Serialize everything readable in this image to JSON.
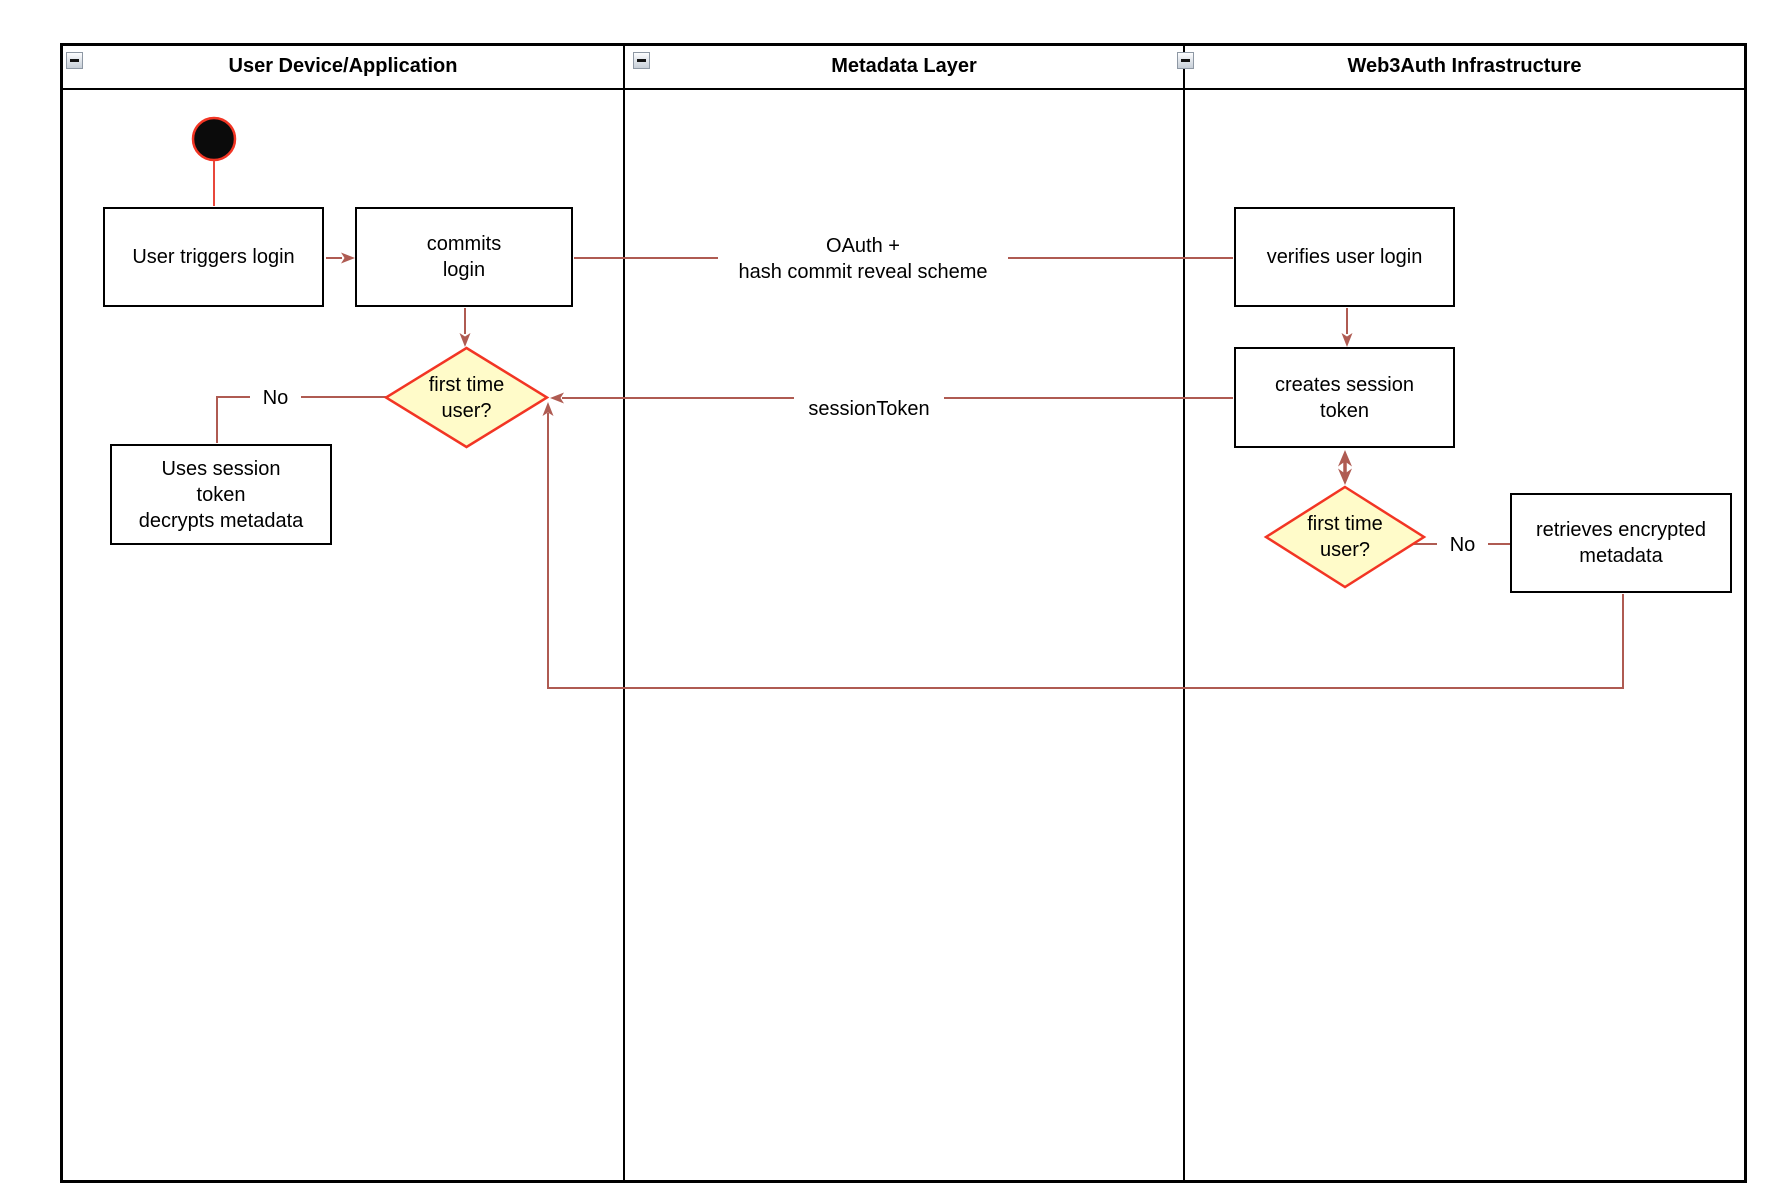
{
  "diagram": {
    "lanes": [
      {
        "title": "User Device/Application"
      },
      {
        "title": "Metadata Layer"
      },
      {
        "title": "Web3Auth Infrastructure"
      }
    ],
    "nodes": {
      "user_triggers_login": "User triggers login",
      "commits_login": "commits\nlogin",
      "decision_first_time_user_1": "first time\nuser?",
      "uses_session_token": "Uses session\ntoken\ndecrypts metadata",
      "verifies_user_login": "verifies user login",
      "creates_session_token": "creates session\ntoken",
      "decision_first_time_user_2": "first time\nuser?",
      "retrieves_encrypted_metadata": "retrieves encrypted\nmetadata"
    },
    "edge_labels": {
      "oauth": "OAuth +\nhash commit reveal scheme",
      "session_token": "sessionToken",
      "no_first": "No",
      "no_second": "No"
    },
    "colors": {
      "connector": "#AF5B52",
      "shape_stroke": "#F23524",
      "decision_fill": "#FFFBC9",
      "start_fill": "#0B0B0B",
      "start_edge": "#E8473B"
    }
  }
}
